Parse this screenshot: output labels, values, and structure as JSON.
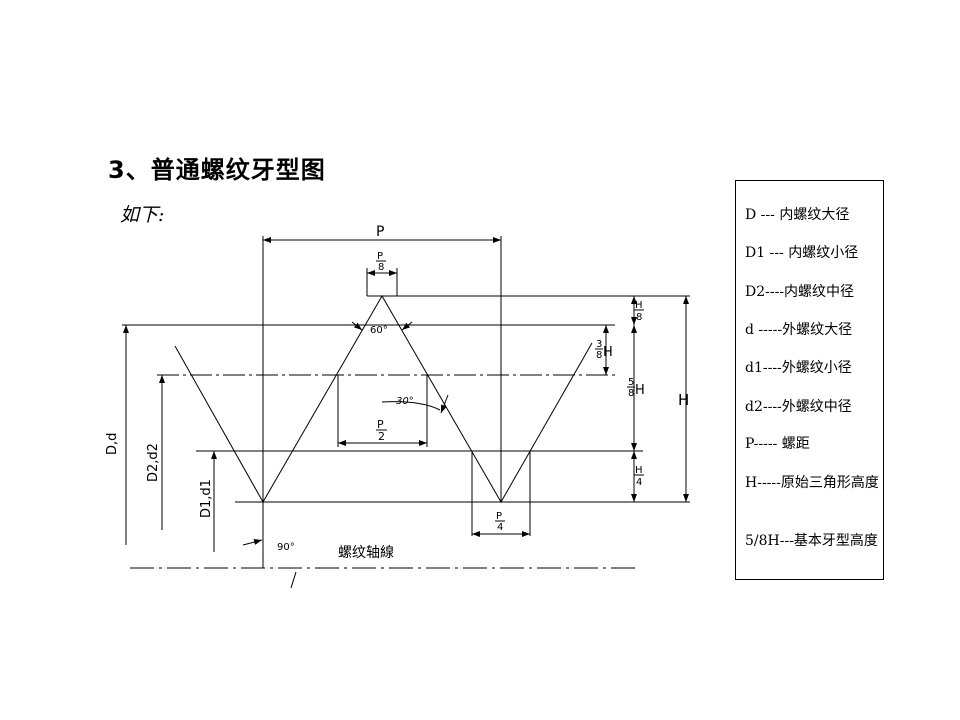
{
  "title": "3、普通螺纹牙型图",
  "subtitle": "如下:",
  "diagram": {
    "dim_P": "P",
    "frac_P8": {
      "num": "P",
      "den": "8"
    },
    "frac_P2": {
      "num": "P",
      "den": "2"
    },
    "frac_P4": {
      "num": "P",
      "den": "4"
    },
    "frac_H8": {
      "num": "H",
      "den": "8"
    },
    "frac_H4": {
      "num": "H",
      "den": "4"
    },
    "frac_3_8H": {
      "num": "3",
      "den": "8",
      "suffix": "H"
    },
    "frac_5_8H": {
      "num": "5",
      "den": "8",
      "suffix": "H"
    },
    "label_H": "H",
    "angle_60": "60°",
    "angle_30": "30°",
    "angle_90": "90°",
    "label_Dd": "D,d",
    "label_D2d2": "D2,d2",
    "label_D1d1": "D1,d1",
    "axis_label": "螺纹轴線"
  },
  "legend": [
    "D  ---  内螺纹大径",
    "D1 --- 内螺纹小径",
    "D2----内螺纹中径",
    "d -----外螺纹大径",
    "d1----外螺纹小径",
    "d2----外螺纹中径",
    "P-----    螺距",
    "H-----原始三角形高度",
    "5/8H---基本牙型高度"
  ]
}
